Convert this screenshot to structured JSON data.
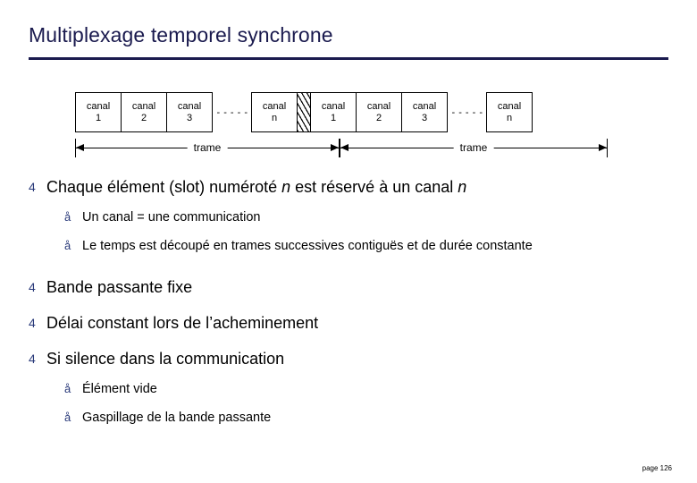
{
  "slide": {
    "title": "Multiplexage temporel synchrone",
    "page_number": "page 126"
  },
  "diagram": {
    "frame1": {
      "cells": [
        {
          "line1": "canal",
          "line2": "1"
        },
        {
          "line1": "canal",
          "line2": "2"
        },
        {
          "line1": "canal",
          "line2": "3"
        },
        {
          "line1": "",
          "line2": ""
        },
        {
          "line1": "canal",
          "line2": "n"
        }
      ],
      "dots": "- - - - -",
      "label": "trame"
    },
    "frame2": {
      "cells": [
        {
          "line1": "canal",
          "line2": "1"
        },
        {
          "line1": "canal",
          "line2": "2"
        },
        {
          "line1": "canal",
          "line2": "3"
        },
        {
          "line1": "",
          "line2": ""
        },
        {
          "line1": "canal",
          "line2": "n"
        }
      ],
      "dots": "- - - - -",
      "label": "trame"
    }
  },
  "bullets": [
    {
      "marker": "4",
      "text_before": "Chaque élément (slot) numéroté ",
      "italic1": "n",
      "text_middle": " est réservé à un canal ",
      "italic2": "n",
      "text_after": "",
      "sub": [
        {
          "marker": "å",
          "text": "Un canal = une communication"
        },
        {
          "marker": "å",
          "text": "Le temps est découpé en trames successives contiguës et de durée constante"
        }
      ]
    },
    {
      "marker": "4",
      "text_before": "Bande passante fixe",
      "sub": []
    },
    {
      "marker": "4",
      "text_before": "Délai constant lors de l’acheminement",
      "sub": []
    },
    {
      "marker": "4",
      "text_before": "Si silence dans la communication",
      "sub": [
        {
          "marker": "å",
          "text": "Élément vide"
        },
        {
          "marker": "å",
          "text": "Gaspillage de la bande passante"
        }
      ]
    }
  ],
  "colors": {
    "title": "#1a1a4e",
    "rule": "#1a1a4e",
    "marker": "#2a3a7a"
  }
}
